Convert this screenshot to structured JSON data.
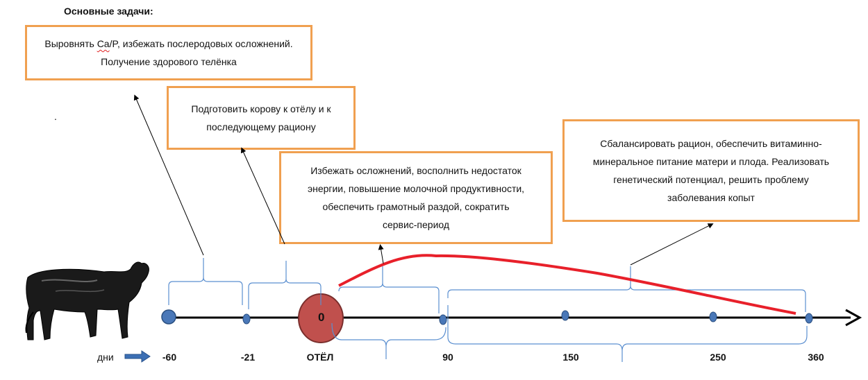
{
  "header": {
    "title": "Основные задачи:",
    "dot": "."
  },
  "boxes": {
    "b1": {
      "prefix": "Выровнять ",
      "ca": "Ca",
      "rest": "/P, избежать послеродовых осложнений.",
      "line2": "Получение здорового телёнка"
    },
    "b2": {
      "line1": "Подготовить корову к отёлу и к",
      "line2": "последующему рациону"
    },
    "b3": {
      "line1": "Избежать осложнений, восполнить недостаток",
      "line2": "энергии, повышение молочной продуктивности,",
      "line3": "обеспечить грамотный раздой, сократить",
      "line4": "сервис-период"
    },
    "b4": {
      "line1": "Сбалансировать рацион, обеспечить витаминно-",
      "line2": "минеральное питание матери и плода. Реализовать",
      "line3": "генетический потенциал, решить проблему",
      "line4": "заболевания копыт"
    }
  },
  "timeline": {
    "days_label": "дни",
    "zero": "0",
    "ticks": [
      "-60",
      "-21",
      "ОТЁЛ",
      "90",
      "150",
      "250",
      "360"
    ]
  },
  "colors": {
    "box_border": "#f0a050",
    "brace": "#5b8fd0",
    "marker": "#4a78b8",
    "calving_circle": "#c0504d",
    "curve": "#e8202a",
    "axis": "#000000"
  },
  "icons": {
    "cow": "cow-illustration",
    "arrow": "days-arrow-icon"
  }
}
